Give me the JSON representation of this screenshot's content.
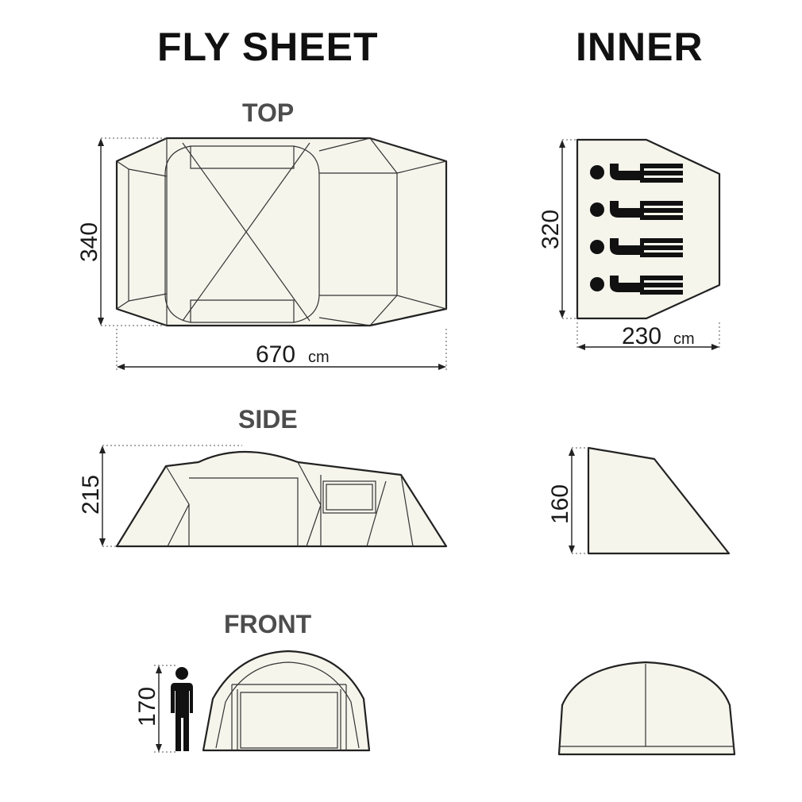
{
  "headers": {
    "fly_sheet": "FLY SHEET",
    "inner": "INNER"
  },
  "views": {
    "top": "TOP",
    "side": "SIDE",
    "front": "FRONT"
  },
  "dimensions": {
    "fly_top_width": "340",
    "fly_top_length": "670",
    "fly_side_height": "215",
    "person_height": "170",
    "inner_top_width": "320",
    "inner_top_length": "230",
    "inner_side_height": "160",
    "unit": "cm"
  },
  "colors": {
    "fabric_fill": "#f5f5ec",
    "outline": "#222222",
    "header_text": "#111111",
    "view_label_text": "#4d4d4d"
  },
  "icons": {
    "sleeping_person": "sleeping-person-icon",
    "standing_person": "standing-person-icon"
  },
  "inner_sleeping_capacity": 4
}
